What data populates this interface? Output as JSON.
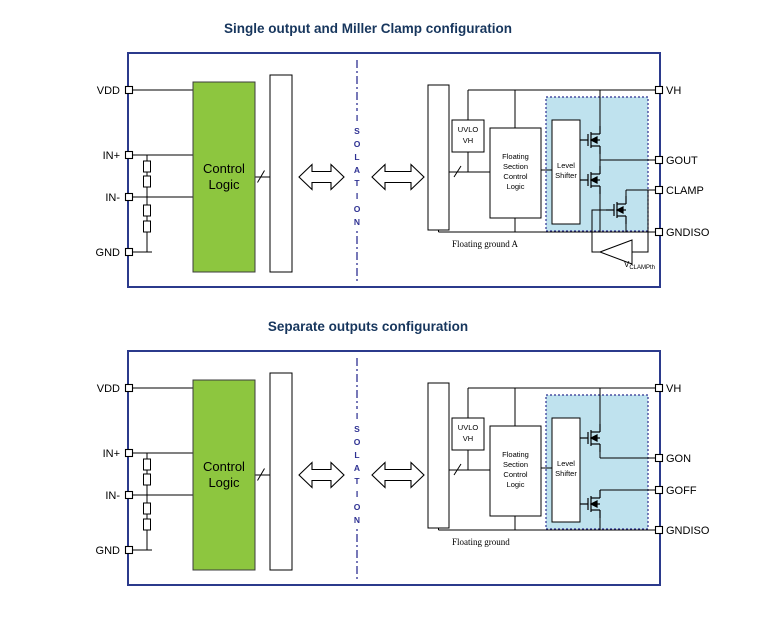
{
  "colors": {
    "title": "#17365D",
    "border": "#2B3A8C",
    "green": "#8DC63F",
    "blue_region": "#BFE2EE",
    "isolation": "#2E3192"
  },
  "top": {
    "title": "Single output and Miller Clamp configuration",
    "pins_left": [
      "VDD",
      "IN+",
      "IN-",
      "GND"
    ],
    "pins_right": [
      "VH",
      "GOUT",
      "CLAMP",
      "GNDISO"
    ],
    "control_logic": [
      "Control",
      "Logic"
    ],
    "isolation": "ISOLATION",
    "uvlo": [
      "UVLO",
      "VH"
    ],
    "floating_section": [
      "Floating",
      "Section",
      "Control",
      "Logic"
    ],
    "level_shifter": [
      "Level",
      "Shifter"
    ],
    "floating_ground": "Floating ground A",
    "comparator": {
      "prefix": "V",
      "sub": "CLAMPth"
    }
  },
  "bottom": {
    "title": "Separate outputs configuration",
    "pins_left": [
      "VDD",
      "IN+",
      "IN-",
      "GND"
    ],
    "pins_right": [
      "VH",
      "GON",
      "GOFF",
      "GNDISO"
    ],
    "control_logic": [
      "Control",
      "Logic"
    ],
    "isolation": "ISOLATION",
    "uvlo": [
      "UVLO",
      "VH"
    ],
    "floating_section": [
      "Floating",
      "Section",
      "Control",
      "Logic"
    ],
    "level_shifter": [
      "Level",
      "Shifter"
    ],
    "floating_ground": "Floating ground"
  }
}
